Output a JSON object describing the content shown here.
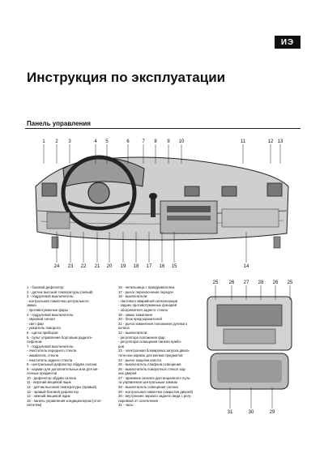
{
  "header": {
    "badge": "ИЭ",
    "title": "Инструкция по эксплуатации"
  },
  "section": {
    "title": "Панель управления"
  },
  "callouts_top": [
    "1",
    "2",
    "3",
    "4",
    "5",
    "6",
    "7",
    "8",
    "9",
    "10",
    "11",
    "12",
    "13"
  ],
  "callouts_bottom": [
    "24",
    "23",
    "22",
    "21",
    "20",
    "19",
    "18",
    "17",
    "16",
    "15",
    "14"
  ],
  "callouts_inset_top": [
    "25",
    "26",
    "27",
    "28",
    "26",
    "25"
  ],
  "callouts_inset_bottom": [
    "31",
    "30",
    "29"
  ],
  "legend_left": [
    "1 - боковой дефлектор",
    "2 - датчик высокой температуры (левый)",
    "3 - подрулевой выключатель:",
    "    - контрольная лампочка центрального",
    "    замка",
    "    - противотуманные фары",
    "4 - подрулевой выключатель:",
    "    - звуковой сигнал",
    "    - свет фар",
    "    - указатель поворота",
    "5 - щиток приборов",
    "6 - пульт управления бортовым радиоте-",
    "    лефоном",
    "7 - подрулевой выключатель:",
    "    - очиститель переднего стекла",
    "    - омыватель стекла",
    "    - очиститель заднего стекла",
    "8 - центральный дефлектор обдува салона",
    "9 - карман для дополнительных или для ме-",
    "    лочных предметов",
    "10 - дефлектор обдува салона",
    "11 - верхний вещевой ящик",
    "12 - датчик высокой температуры (правый)",
    "13 - правый боковой дефлектор",
    "14 - нижний вещевой ящик",
    "15 - панель управления кондиционером (отоп-",
    "    лителем)"
  ],
  "legend_right": [
    "16 - пепельница с прикуривателем",
    "17 - рычаг переключения передач",
    "18 - выключатели:",
    "    - светового аварийной сигнализации",
    "    - задних противотуманных фонарей",
    "    - обогревателя заднего стекла",
    "19 - замок зажигания",
    "20 - блок предохранителей",
    "21 - рычаг изменения положения рулевого",
    "    колеса",
    "22 - выключатели:",
    "    - регулятора положения фар",
    "    - регулятора освещения панели прибо-",
    "    ров",
    "23 - электронная блокировка запуска двига-",
    "    теля или карман для мелких предметов",
    "24 - рычаг защелки капота",
    "25 - выключатель плафона освещения",
    "26 - выключатель поворотных стекол зад-",
    "    них дверей",
    "27 - приемник сигнала дистанционного пуль-",
    "    та управления центральным замком",
    "28 - выключатель освещения салона",
    "29 - контрольная лампочка (закрытия дверей)",
    "30 - внутреннее зеркало заднего вида с регу-",
    "    лировкой от ослепления",
    "31 - часы"
  ]
}
